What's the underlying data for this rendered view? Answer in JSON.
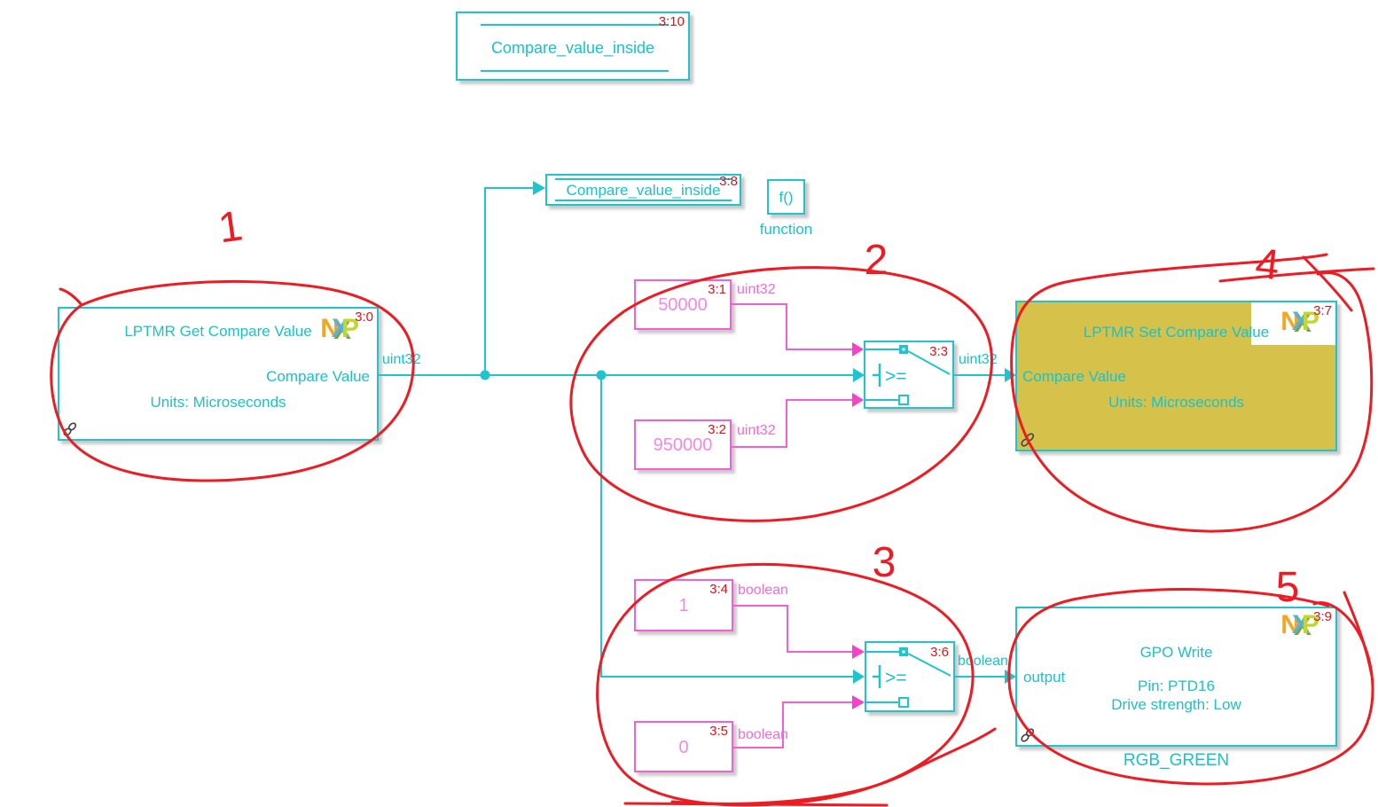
{
  "colors": {
    "block_line": "#1ec4ce",
    "cyan_text": "#18c2cc",
    "constant_line": "#f65fd4",
    "constant_text": "#f886e2",
    "red_id": "#e31119",
    "pen_red": "#ee1b22",
    "set_block_highlight": "#d6c24a",
    "logo_n": "#f6a51e",
    "logo_x": "#56b2dd",
    "logo_p": "#c2d72e"
  },
  "logo": {
    "n": "N",
    "x": "X",
    "p": "P"
  },
  "tags": {
    "top": {
      "label": "Compare_value_inside",
      "id": "3:10"
    },
    "inner": {
      "label": "Compare_value_inside",
      "id": "3:8"
    }
  },
  "function_block": {
    "glyph": "f()",
    "caption": "function",
    "id": ""
  },
  "blocks": {
    "get": {
      "title": "LPTMR Get Compare Value",
      "id": "3:0",
      "port_label": "Compare Value",
      "units": "Units: Microseconds"
    },
    "set": {
      "title": "LPTMR Set Compare Value",
      "id": "3:7",
      "port_label": "Compare Value",
      "units": "Units: Microseconds"
    },
    "gpo": {
      "title": "GPO Write",
      "id": "3:9",
      "port_label": "output",
      "pin": "Pin: PTD16",
      "drive": "Drive strength: Low",
      "block_name": "RGB_GREEN"
    }
  },
  "constants": [
    {
      "value": "50000",
      "id": "3:1",
      "dtype": "uint32"
    },
    {
      "value": "950000",
      "id": "3:2",
      "dtype": "uint32"
    },
    {
      "value": "1",
      "id": "3:4",
      "dtype": "boolean"
    },
    {
      "value": "0",
      "id": "3:5",
      "dtype": "boolean"
    }
  ],
  "switches": [
    {
      "id": "3:3",
      "criteria": ">="
    },
    {
      "id": "3:6",
      "criteria": ">="
    }
  ],
  "signal_labels": {
    "get_out": "uint32",
    "sw1_out": "uint32",
    "sw2_out": "boolean"
  },
  "annotations": {
    "numbers": [
      "1",
      "2",
      "3",
      "4",
      "5"
    ]
  }
}
